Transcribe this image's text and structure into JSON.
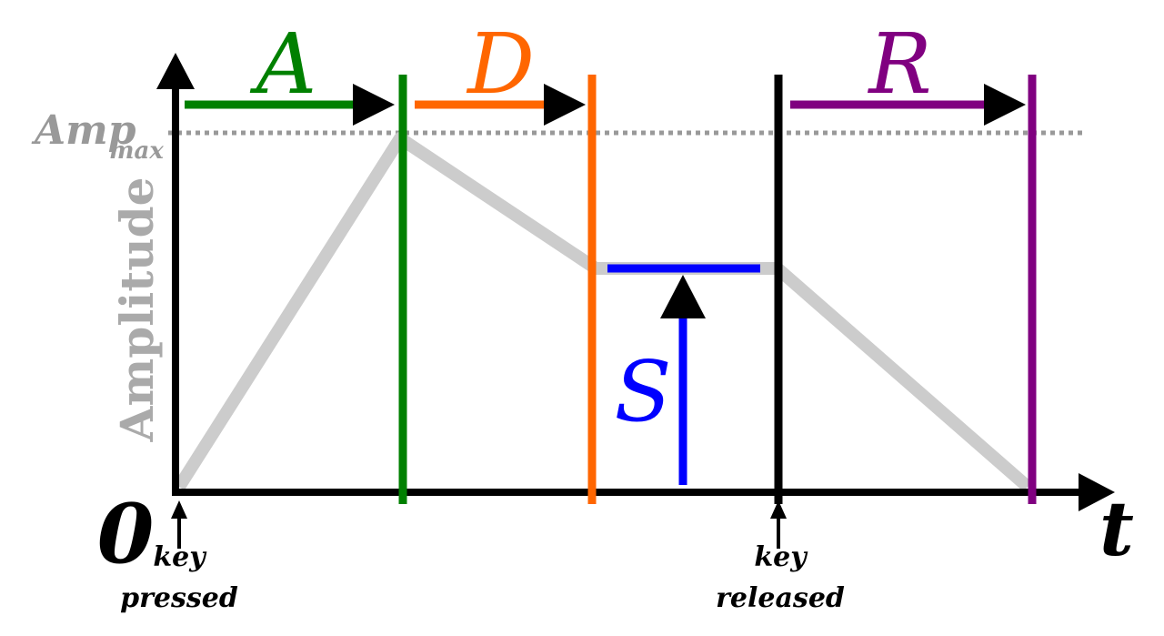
{
  "labels": {
    "attack": "A",
    "decay": "D",
    "sustain": "S",
    "release": "R",
    "amp": "Amp",
    "amp_sub": "max",
    "y_axis": "Amplitude",
    "origin": "0",
    "x_axis": "t",
    "key_pressed_1": "key",
    "key_pressed_2": "pressed",
    "key_released_1": "key",
    "key_released_2": "released"
  },
  "colors": {
    "attack": "#008000",
    "decay": "#ff6600",
    "sustain": "#0000ff",
    "release": "#800080",
    "envelope": "#cccccc",
    "amp_max": "#999999",
    "axes": "#000000"
  }
}
